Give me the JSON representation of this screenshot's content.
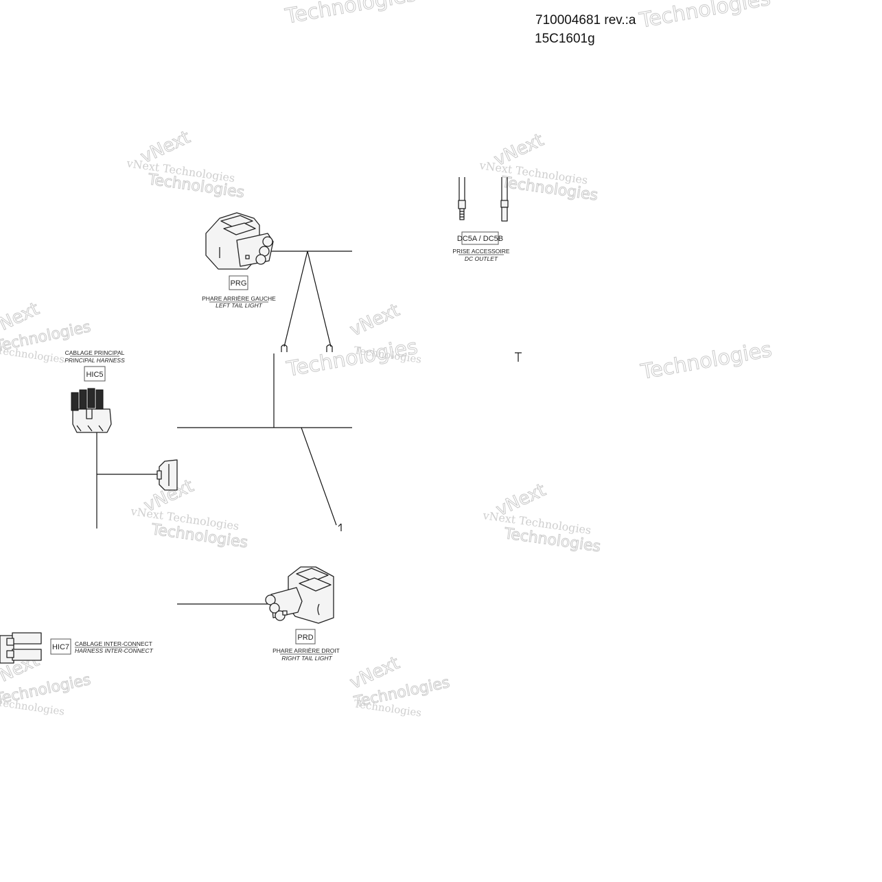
{
  "header": {
    "part_number": "710004681 rev.:a",
    "drawing_code": "15C1601g"
  },
  "connectors": [
    {
      "code": "PRG",
      "label_fr": "PHARE ARRIÈRE GAUCHE",
      "label_en": "LEFT TAIL LIGHT"
    },
    {
      "code": "DC5A / DC5B",
      "label_fr": "PRISE ACCESSOIRE",
      "label_en": "DC OUTLET"
    },
    {
      "code": "HIC5",
      "label_fr": "CABLAGE PRINCIPAL",
      "label_en": "PRINCIPAL HARNESS"
    },
    {
      "code": "PRD",
      "label_fr": "PHARE ARRIÈRE DROIT",
      "label_en": "RIGHT TAIL LIGHT"
    },
    {
      "code": "HIC7",
      "label_fr": "CABLAGE INTER-CONNECT",
      "label_en": "HARNESS INTER-CONNECT"
    }
  ],
  "watermark": {
    "text_a": "vNext Technologies",
    "text_b": "Technologies",
    "text_c": "vNext"
  }
}
